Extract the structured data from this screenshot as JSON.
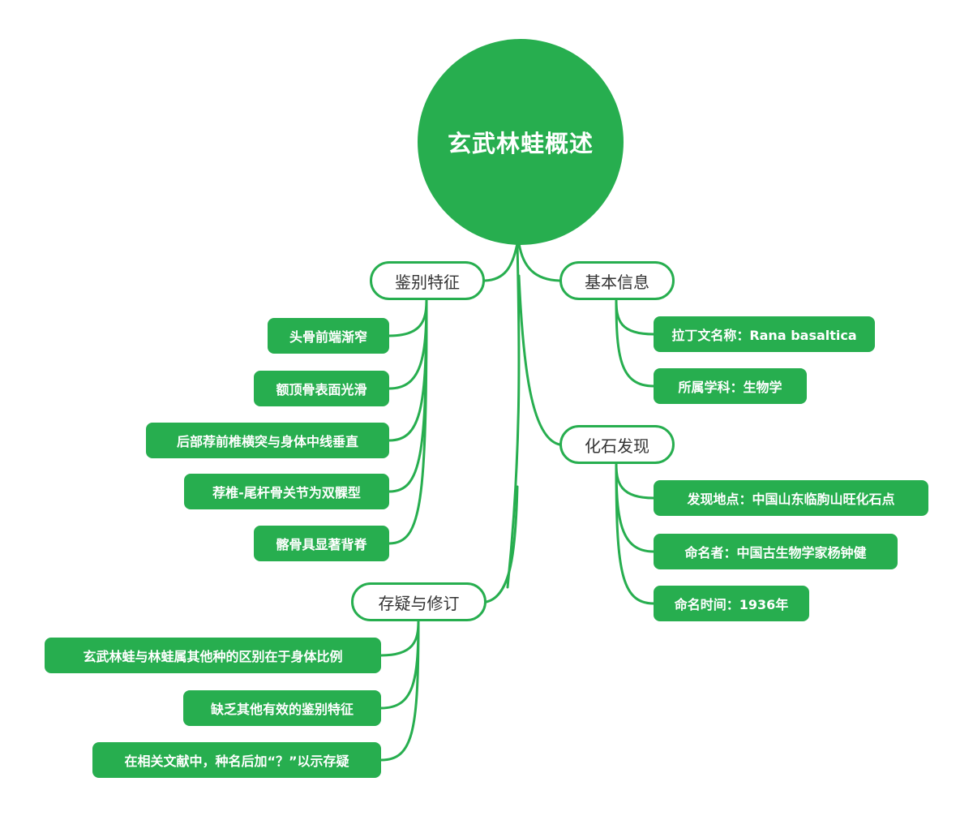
{
  "root": {
    "label": "玄武林蛙概述"
  },
  "colors": {
    "accent": "#27AE4F",
    "branch_text": "#333333"
  },
  "branches": [
    {
      "label": "鉴别特征",
      "leaves": [
        "头骨前端渐窄",
        "额顶骨表面光滑",
        "后部荐前椎横突与身体中线垂直",
        "荐椎-尾杆骨关节为双髁型",
        "髂骨具显著背脊"
      ]
    },
    {
      "label": "基本信息",
      "leaves": [
        "拉丁文名称：Rana basaltica",
        "所属学科：生物学"
      ]
    },
    {
      "label": "化石发现",
      "leaves": [
        "发现地点：中国山东临朐山旺化石点",
        "命名者：中国古生物学家杨钟健",
        "命名时间：1936年"
      ]
    },
    {
      "label": "存疑与修订",
      "leaves": [
        "玄武林蛙与林蛙属其他种的区别在于身体比例",
        "缺乏其他有效的鉴别特征",
        "在相关文献中，种名后加“？”以示存疑"
      ]
    }
  ]
}
